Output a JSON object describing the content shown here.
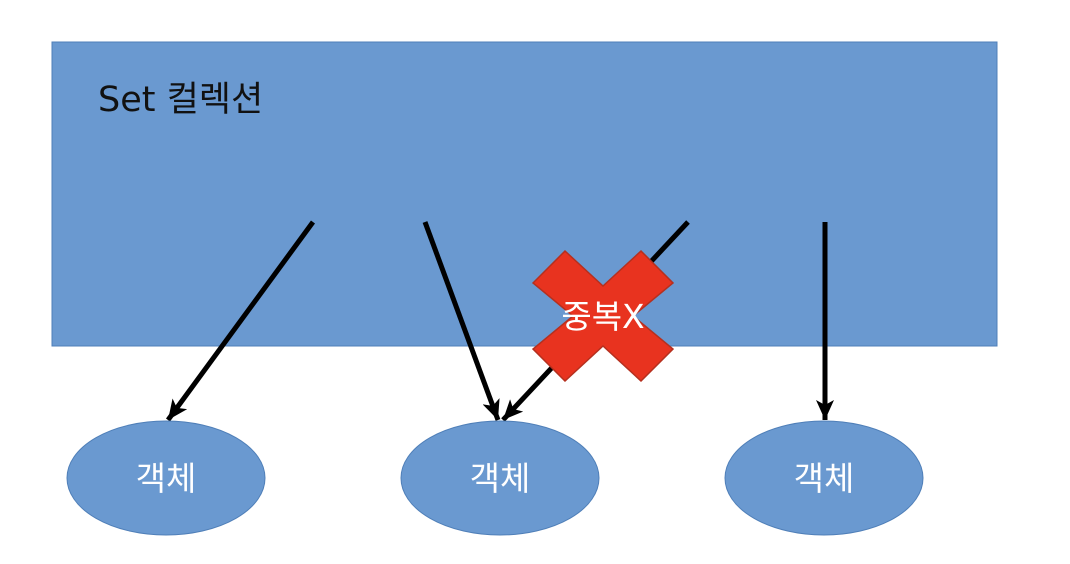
{
  "diagram": {
    "container_label": "Set 컬렉션",
    "duplicate_label": "중복X",
    "objects": [
      "객체",
      "객체",
      "객체"
    ]
  },
  "colors": {
    "container_fill": "#6a99d0",
    "object_fill": "#6a99d0",
    "cross_fill": "#e8331f",
    "arrow": "#000000"
  }
}
